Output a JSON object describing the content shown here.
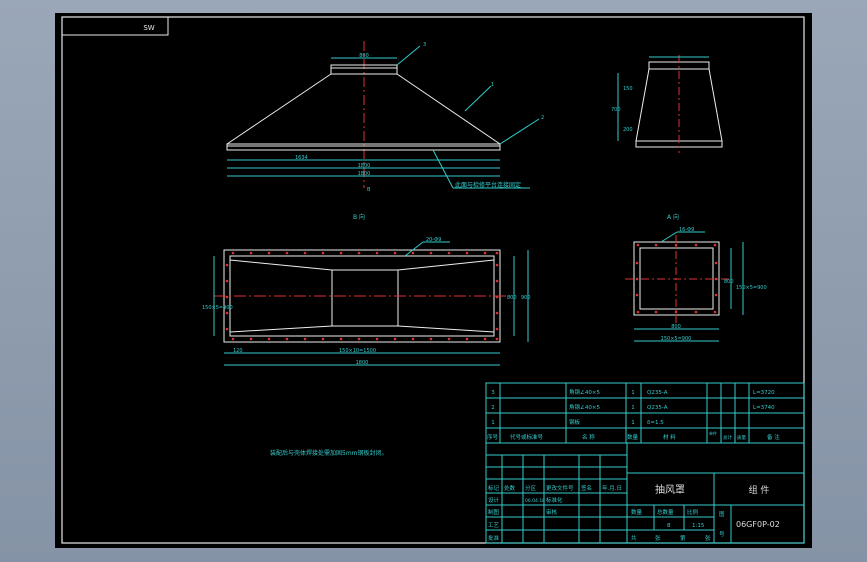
{
  "drawing": {
    "view_tag": "SW",
    "views": {
      "front": {
        "top_dim": "800",
        "callouts": [
          "3",
          "1",
          "2"
        ],
        "dims": [
          "1634",
          "1800",
          "1800"
        ],
        "note": "此面与检修平台连接固定",
        "section_mark": "B"
      },
      "side": {
        "dim_top": "150",
        "dim_left": "700",
        "dim_bottom": "200"
      },
      "plan": {
        "title": "B 向",
        "callout": "20-Φ9",
        "dims": [
          "900",
          "800",
          "120",
          "150×10=1500",
          "1800"
        ],
        "left_dim": "150×5=900"
      },
      "view_a": {
        "title": "A 向",
        "callout": "16-Φ9",
        "dims": [
          "800",
          "150×5=900",
          "800",
          "150×5=900"
        ]
      }
    },
    "bottom_note": "装配后与壳体焊接处需加固5mm钢板封闭。",
    "bom": {
      "rows": [
        {
          "no": "3",
          "code": "",
          "name": "角钢∠40×5",
          "qty": "1",
          "material": "Q235-A",
          "weight": "",
          "total": "",
          "note": "L=3720"
        },
        {
          "no": "2",
          "code": "",
          "name": "角钢∠40×5",
          "qty": "1",
          "material": "Q235-A",
          "weight": "",
          "total": "",
          "note": "L=3740"
        },
        {
          "no": "1",
          "code": "",
          "name": "钢板",
          "qty": "1",
          "material": "δ=1.5",
          "weight": "",
          "total": "",
          "note": ""
        }
      ],
      "headers": [
        "序号",
        "代号或标准号",
        "名  称",
        "数量",
        "材  料",
        "单件",
        "总计",
        "质量",
        "备  注"
      ]
    },
    "title_block": {
      "part_name": "抽风罩",
      "part_type": "组  件",
      "drawing_no": "06GF0P-02",
      "labels": [
        "标记",
        "处数",
        "分区",
        "更改文件号",
        "签名",
        "年.月.日",
        "设计",
        "制图",
        "审核",
        "工艺",
        "批准",
        "标准化",
        "数量",
        "总数量",
        "比例",
        "共",
        "张",
        "第",
        "张",
        "图",
        "号"
      ],
      "date_hint": "06.04.18",
      "qty": "8",
      "scale": "1:15"
    }
  }
}
